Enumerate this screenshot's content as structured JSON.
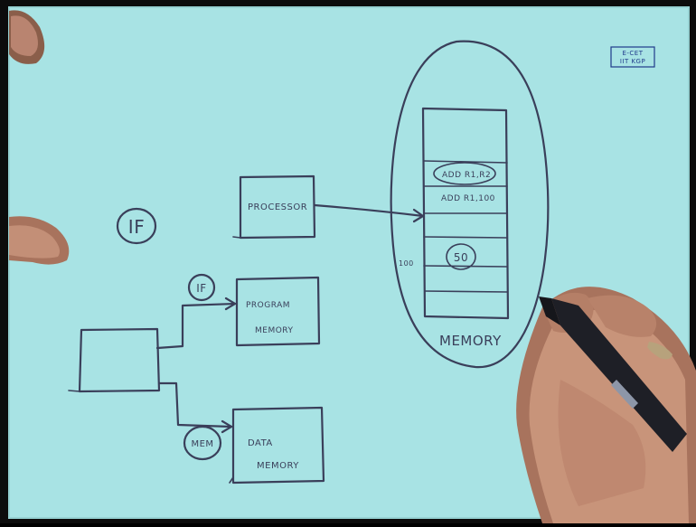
{
  "watermark": {
    "line1": "E-CET",
    "line2": "IIT KGP"
  },
  "labels": {
    "if_big": "IF",
    "if_small": "IF",
    "mem_small": "MEM",
    "processor": "PROCESSOR",
    "program_memory_1": "PROGRAM",
    "program_memory_2": "MEMORY",
    "data_memory_1": "DATA",
    "data_memory_2": "MEMORY",
    "memory": "MEMORY",
    "addr_1": "ADD R1,R2",
    "addr_2": "ADD R1,100",
    "loc_100": "100",
    "value_50": "50"
  },
  "colors": {
    "paper": "#a8e3e4",
    "ink": "#3a3f5a",
    "skin": "#c89478",
    "marker": "#1e1f26"
  }
}
